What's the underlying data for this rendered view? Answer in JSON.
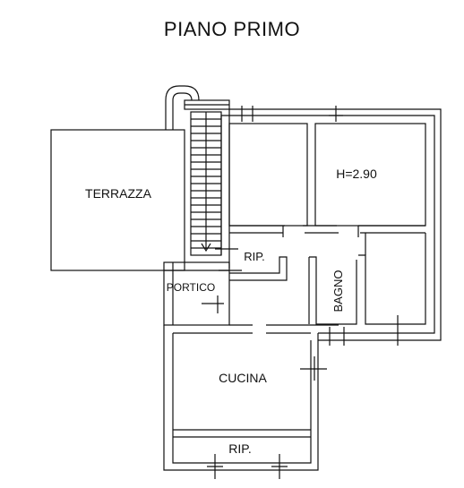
{
  "title": "PIANO PRIMO",
  "rooms": {
    "terrazza": "TERRAZZA",
    "height_note": "H=2.90",
    "rip_upper": "RIP.",
    "portico": "PORTICO",
    "bagno": "BAGNO",
    "cucina": "CUCINA",
    "rip_lower": "RIP."
  }
}
